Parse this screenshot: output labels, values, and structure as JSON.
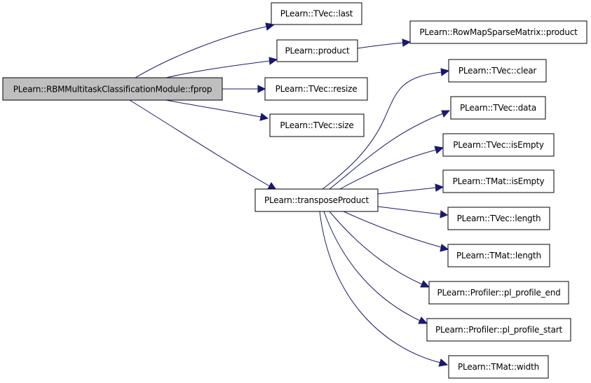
{
  "graph": {
    "root": {
      "label": "PLearn::RBMMultitaskClassificationModule::fprop",
      "fill": "#bfbfbf"
    },
    "nodes": [
      {
        "id": "tvec_last",
        "label": "PLearn::TVec::last"
      },
      {
        "id": "product",
        "label": "PLearn::product"
      },
      {
        "id": "rowmap_product",
        "label": "PLearn::RowMapSparseMatrix::product"
      },
      {
        "id": "tvec_resize",
        "label": "PLearn::TVec::resize"
      },
      {
        "id": "tvec_size",
        "label": "PLearn::TVec::size"
      },
      {
        "id": "transpose_product",
        "label": "PLearn::transposeProduct"
      },
      {
        "id": "tvec_clear",
        "label": "PLearn::TVec::clear"
      },
      {
        "id": "tvec_data",
        "label": "PLearn::TVec::data"
      },
      {
        "id": "tvec_isempty",
        "label": "PLearn::TVec::isEmpty"
      },
      {
        "id": "tmat_isempty",
        "label": "PLearn::TMat::isEmpty"
      },
      {
        "id": "tvec_length",
        "label": "PLearn::TVec::length"
      },
      {
        "id": "tmat_length",
        "label": "PLearn::TMat::length"
      },
      {
        "id": "profiler_end",
        "label": "PLearn::Profiler::pl_profile_end"
      },
      {
        "id": "profiler_start",
        "label": "PLearn::Profiler::pl_profile_start"
      },
      {
        "id": "tmat_width",
        "label": "PLearn::TMat::width"
      }
    ],
    "edges": [
      {
        "from": "root",
        "to": "tvec_last"
      },
      {
        "from": "root",
        "to": "product"
      },
      {
        "from": "root",
        "to": "tvec_resize"
      },
      {
        "from": "root",
        "to": "tvec_size"
      },
      {
        "from": "root",
        "to": "transpose_product"
      },
      {
        "from": "product",
        "to": "rowmap_product"
      },
      {
        "from": "transpose_product",
        "to": "tvec_clear"
      },
      {
        "from": "transpose_product",
        "to": "tvec_data"
      },
      {
        "from": "transpose_product",
        "to": "tvec_isempty"
      },
      {
        "from": "transpose_product",
        "to": "tmat_isempty"
      },
      {
        "from": "transpose_product",
        "to": "tvec_length"
      },
      {
        "from": "transpose_product",
        "to": "tmat_length"
      },
      {
        "from": "transpose_product",
        "to": "profiler_end"
      },
      {
        "from": "transpose_product",
        "to": "profiler_start"
      },
      {
        "from": "transpose_product",
        "to": "tmat_width"
      }
    ],
    "edge_color": "#191970",
    "node_fill": "#ffffff",
    "node_stroke": "#000000"
  }
}
